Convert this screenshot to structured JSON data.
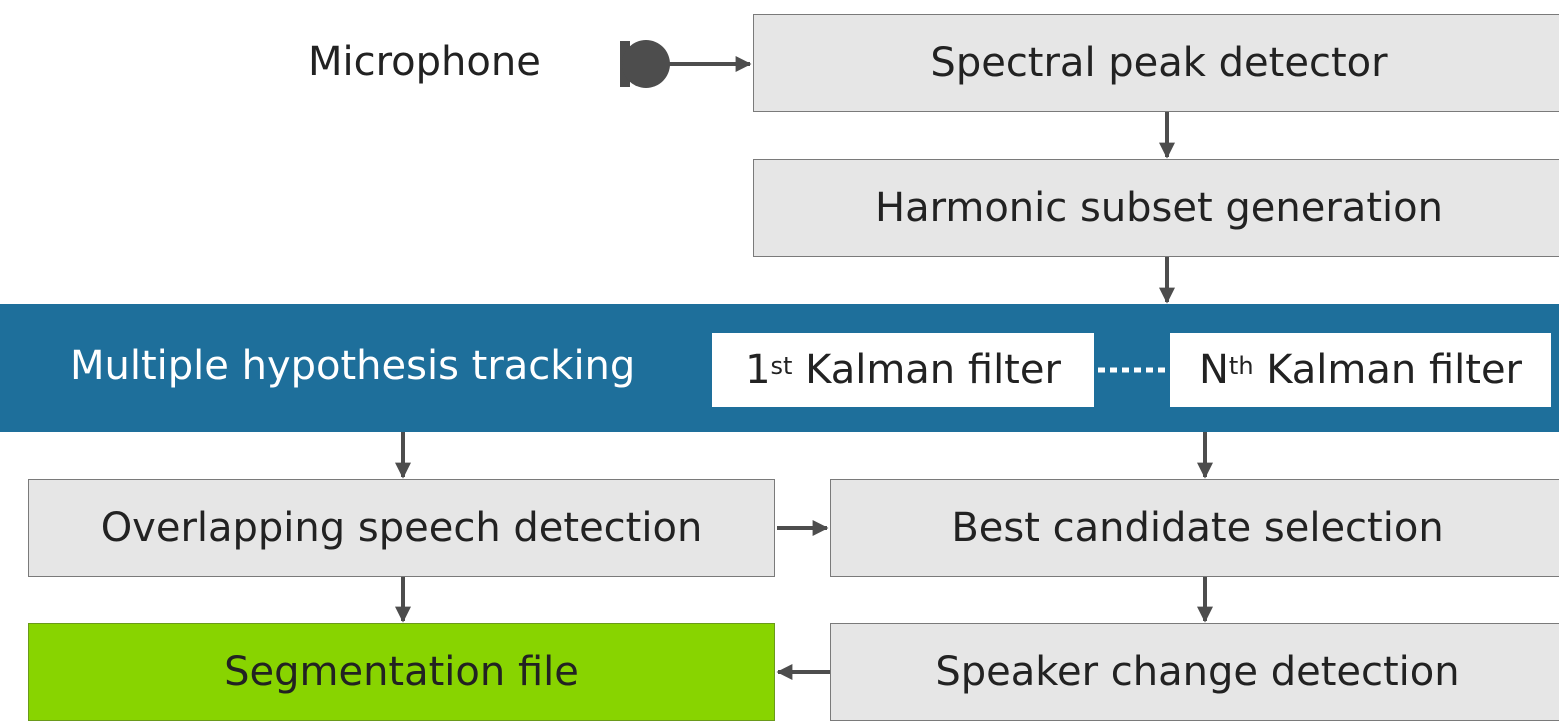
{
  "diagram": {
    "microphone_label": "Microphone",
    "boxes": {
      "spectral_peak_detector": "Spectral peak detector",
      "harmonic_subset_generation": "Harmonic subset generation",
      "overlapping_speech_detection": "Overlapping speech detection",
      "best_candidate_selection": "Best candidate selection",
      "segmentation_file": "Segmentation file",
      "speaker_change_detection": "Speaker change detection"
    },
    "mht": {
      "title": "Multiple hypothesis tracking",
      "first_filter": {
        "index": "1",
        "suffix": "st",
        "label": "Kalman filter"
      },
      "nth_filter": {
        "index": "N",
        "suffix": "th",
        "label": "Kalman filter"
      }
    },
    "colors": {
      "box_fill": "#e6e6e6",
      "box_border": "#7a7a7a",
      "mht_band": "#1e6f9b",
      "segmentation_fill": "#88d400",
      "arrow": "#4d4d4d"
    },
    "icons": [
      "microphone-icon"
    ]
  }
}
